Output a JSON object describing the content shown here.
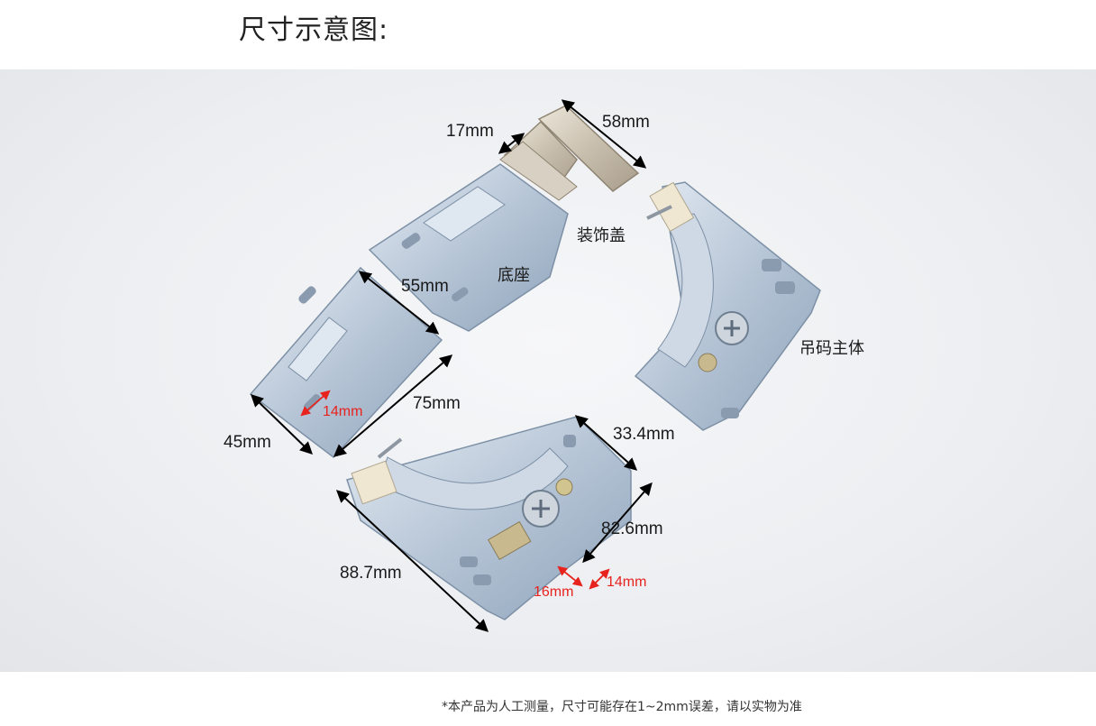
{
  "page_title": "尺寸示意图:",
  "labels": {
    "cover_width": "17mm",
    "cover_length": "58mm",
    "cover_name": "装饰盖",
    "base_name": "底座",
    "base_height": "55mm",
    "base_length": "75mm",
    "base_width": "45mm",
    "base_slot": "14mm",
    "hanger_name": "吊码主体",
    "body_width": "33.4mm",
    "body_height": "82.6mm",
    "body_length": "88.7mm",
    "body_slot_a": "16mm",
    "body_slot_b": "14mm"
  },
  "footnote": "*本产品为人工测量，尺寸可能存在1~2mm误差，请以实物为准",
  "colors": {
    "dimension_line": "#000000",
    "highlight": "#e8231e",
    "metal": "#b9c8d8",
    "cover": "#cfc6b6"
  }
}
